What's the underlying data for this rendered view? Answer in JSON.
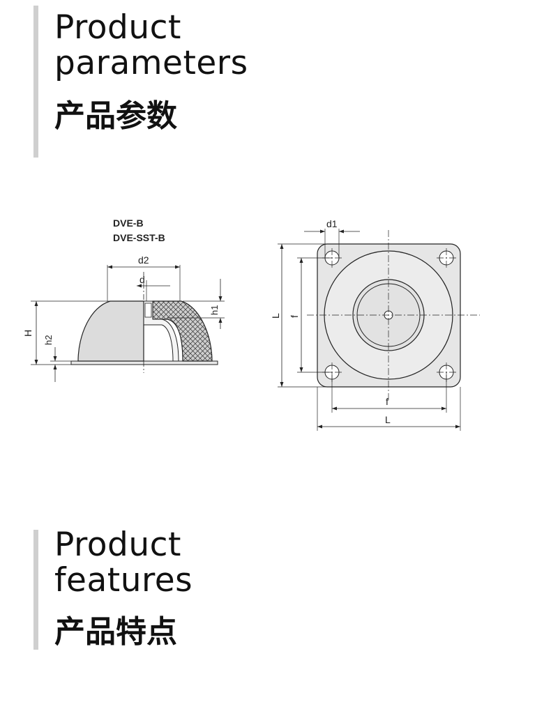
{
  "parameters_section": {
    "title_en_line1": "Product",
    "title_en_line2": "parameters",
    "title_cn": "产品参数"
  },
  "drawing": {
    "model_1": "DVE-B",
    "model_2": "DVE-SST-B",
    "dim_d2": "d2",
    "dim_d": "d",
    "dim_h1": "h1",
    "dim_H": "H",
    "dim_h2": "h2",
    "dim_d1": "d1",
    "dim_L_vertical": "L",
    "dim_f_vertical": "f",
    "dim_f_horizontal": "f",
    "dim_L_horizontal": "L"
  },
  "features_section": {
    "title_en_line1": "Product",
    "title_en_line2": "features",
    "title_cn": "产品特点"
  }
}
